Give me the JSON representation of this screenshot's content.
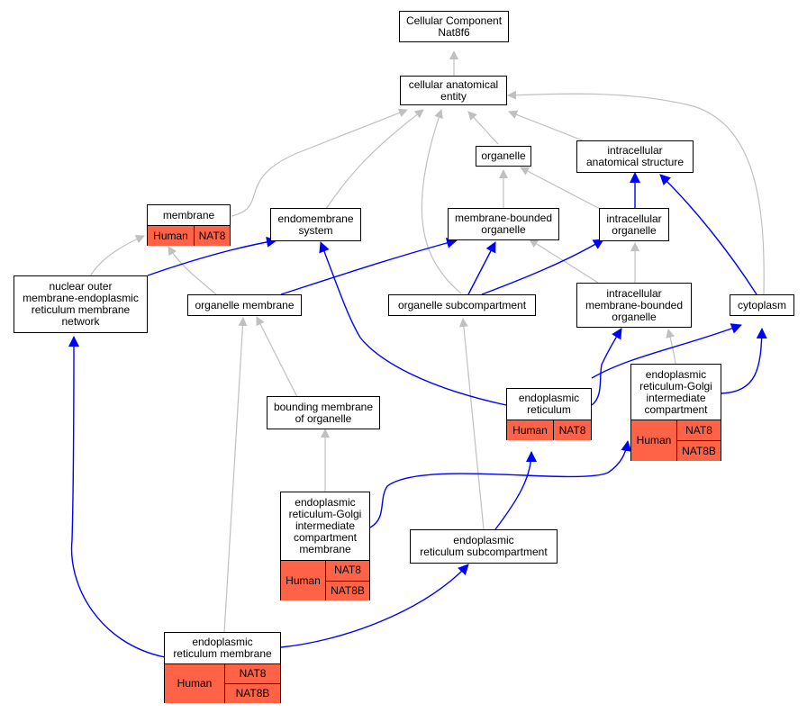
{
  "nodes": {
    "cc_root": "Cellular Component\nNat8f6",
    "cae": "cellular anatomical\nentity",
    "organelle": "organelle",
    "ias": "intracellular\nanatomical structure",
    "membrane": "membrane",
    "endomembrane": "endomembrane\nsystem",
    "mbo": "membrane-bounded\norganelle",
    "io": "intracellular\norganelle",
    "nuclear": "nuclear outer\nmembrane-endoplasmic\nreticulum membrane\nnetwork",
    "orgmem": "organelle membrane",
    "osub": "organelle subcompartment",
    "imbo": "intracellular\nmembrane-bounded\norganelle",
    "cytoplasm": "cytoplasm",
    "er": "endoplasmic\nreticulum",
    "ergic": "endoplasmic\nreticulum-Golgi\nintermediate\ncompartment",
    "bmo": "bounding membrane\nof organelle",
    "ergicmem": "endoplasmic\nreticulum-Golgi\nintermediate\ncompartment\nmembrane",
    "ersub": "endoplasmic\nreticulum subcompartment",
    "ermem": "endoplasmic\nreticulum membrane"
  },
  "annotations": {
    "membrane": {
      "organism": "Human",
      "genes": [
        "NAT8"
      ]
    },
    "er": {
      "organism": "Human",
      "genes": [
        "NAT8"
      ]
    },
    "ergic": {
      "organism": "Human",
      "genes": [
        "NAT8",
        "NAT8B"
      ]
    },
    "ergicmem": {
      "organism": "Human",
      "genes": [
        "NAT8",
        "NAT8B"
      ]
    },
    "ermem": {
      "organism": "Human",
      "genes": [
        "NAT8",
        "NAT8B"
      ]
    }
  },
  "colors": {
    "annotation_fill": "#ff6347",
    "edge_gray": "#c0c0c0",
    "edge_blue": "#0000ff"
  }
}
